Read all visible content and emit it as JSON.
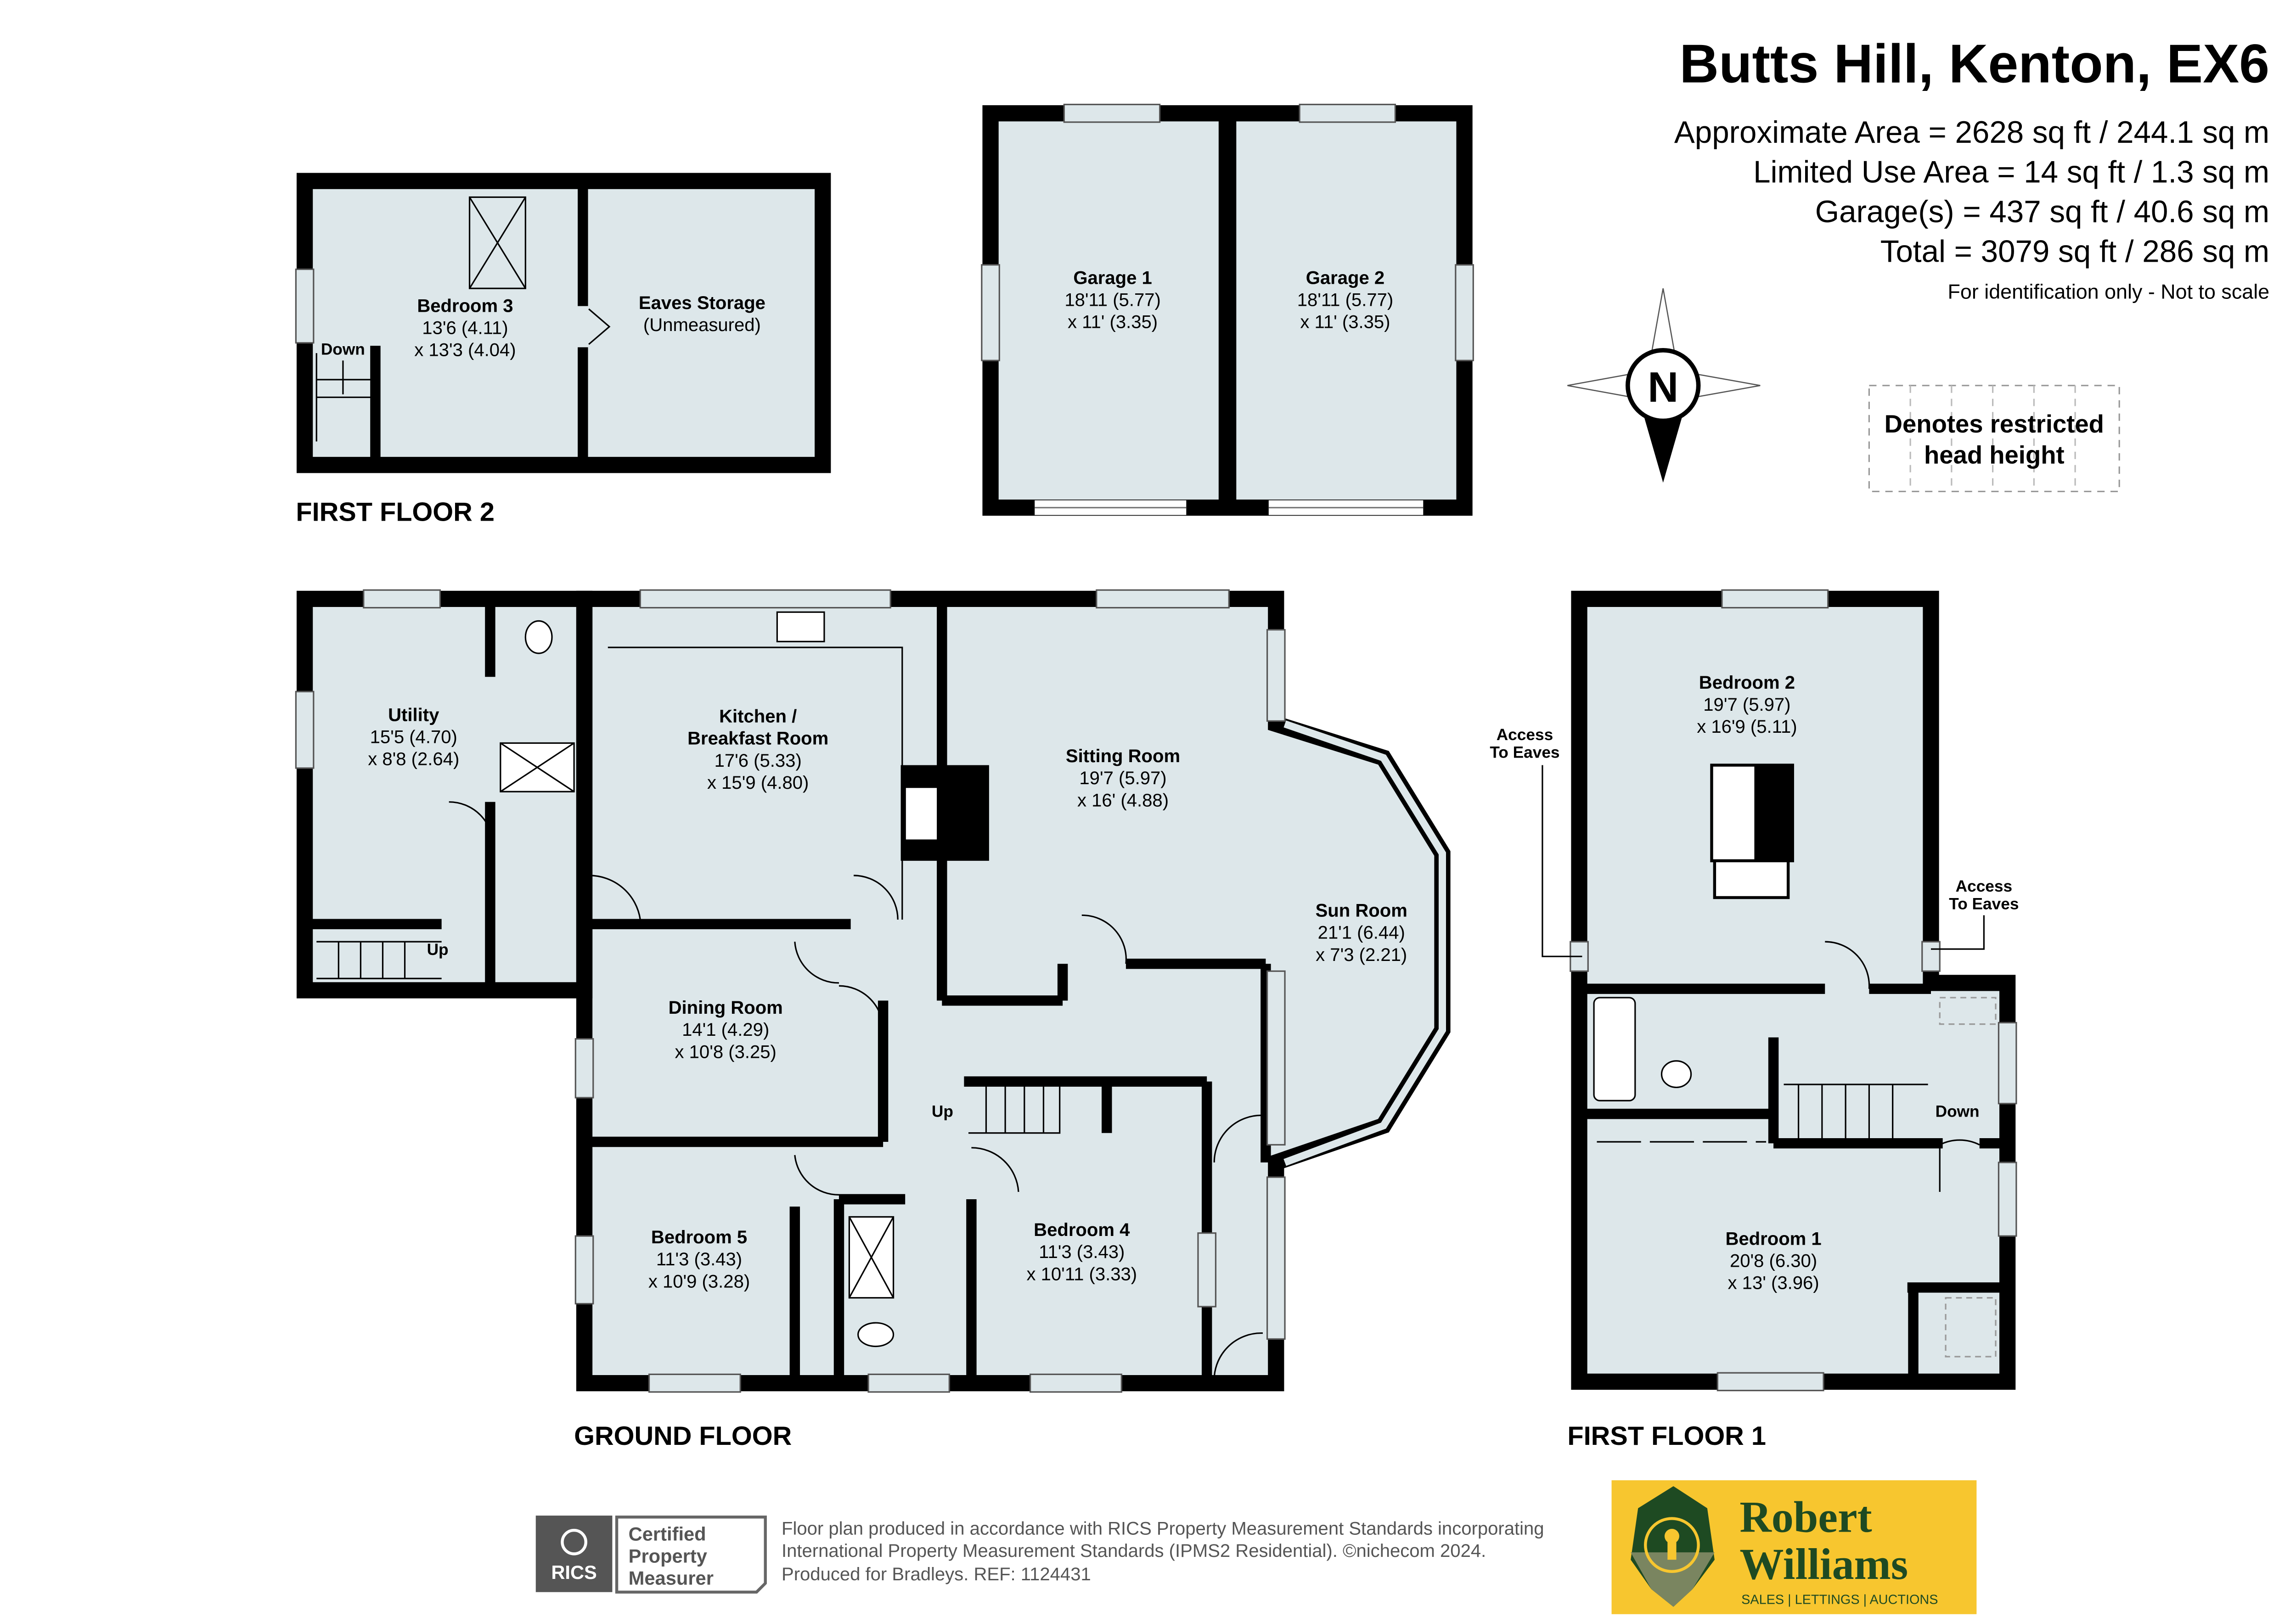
{
  "header": {
    "title": "Butts Hill, Kenton, EX6",
    "areas": [
      "Approximate Area = 2628 sq ft / 244.1 sq m",
      "Limited Use Area = 14 sq ft / 1.3 sq m",
      "Garage(s) = 437 sq ft / 40.6 sq m",
      "Total = 3079 sq ft / 286 sq m"
    ],
    "disclaimer": "For identification only - Not to scale"
  },
  "compass": {
    "label": "N"
  },
  "legend": {
    "line1": "Denotes restricted",
    "line2": "head height"
  },
  "floors": {
    "first_floor_2": "FIRST FLOOR 2",
    "ground_floor": "GROUND FLOOR",
    "first_floor_1": "FIRST FLOOR 1"
  },
  "rooms": {
    "bedroom3": {
      "name": "Bedroom 3",
      "d1": "13'6 (4.11)",
      "d2": "x 13'3 (4.04)"
    },
    "eaves": {
      "name": "Eaves Storage",
      "d1": "(Unmeasured)"
    },
    "garage1": {
      "name": "Garage 1",
      "d1": "18'11 (5.77)",
      "d2": "x 11' (3.35)"
    },
    "garage2": {
      "name": "Garage 2",
      "d1": "18'11 (5.77)",
      "d2": "x 11' (3.35)"
    },
    "utility": {
      "name": "Utility",
      "d1": "15'5 (4.70)",
      "d2": "x 8'8 (2.64)"
    },
    "kitchen": {
      "name1": "Kitchen /",
      "name2": "Breakfast Room",
      "d1": "17'6 (5.33)",
      "d2": "x 15'9 (4.80)"
    },
    "sitting": {
      "name": "Sitting Room",
      "d1": "19'7 (5.97)",
      "d2": "x 16' (4.88)"
    },
    "sun": {
      "name": "Sun Room",
      "d1": "21'1 (6.44)",
      "d2": "x 7'3 (2.21)"
    },
    "dining": {
      "name": "Dining Room",
      "d1": "14'1 (4.29)",
      "d2": "x 10'8 (3.25)"
    },
    "bedroom5": {
      "name": "Bedroom 5",
      "d1": "11'3 (3.43)",
      "d2": "x 10'9 (3.28)"
    },
    "bedroom4": {
      "name": "Bedroom 4",
      "d1": "11'3 (3.43)",
      "d2": "x 10'11 (3.33)"
    },
    "bedroom2": {
      "name": "Bedroom 2",
      "d1": "19'7 (5.97)",
      "d2": "x 16'9 (5.11)"
    },
    "bedroom1": {
      "name": "Bedroom 1",
      "d1": "20'8 (6.30)",
      "d2": "x 13' (3.96)"
    }
  },
  "annotations": {
    "down": "Down",
    "up": "Up",
    "access1": "Access",
    "access2": "To Eaves"
  },
  "footer": {
    "rics_logo": "RICS",
    "rics_badge": [
      "Certified",
      "Property",
      "Measurer"
    ],
    "lines": [
      "Floor plan produced in accordance with RICS Property Measurement Standards incorporating",
      "International Property Measurement Standards (IPMS2 Residential).   ©nichecom 2024.",
      "Produced for Bradleys.   REF: 1124431"
    ]
  },
  "brand": {
    "name1": "Robert",
    "name2": "Williams",
    "tagline": "SALES | LETTINGS | AUCTIONS",
    "bg": "#f7c62f",
    "fg": "#1e4a22"
  }
}
